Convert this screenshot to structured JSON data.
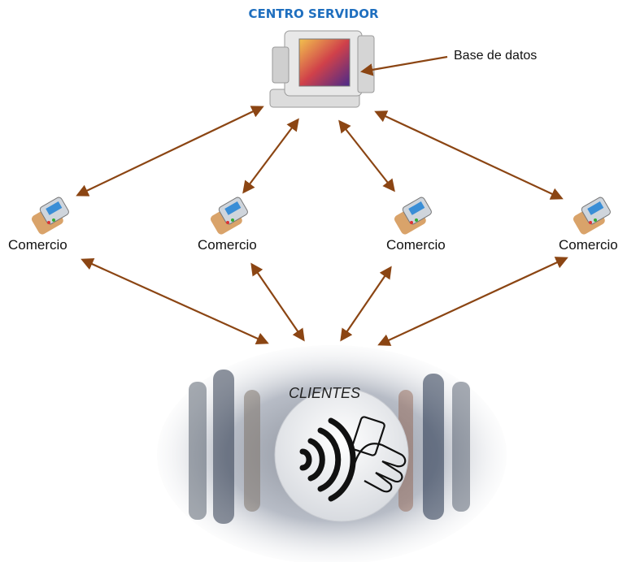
{
  "header": {
    "title": "CENTRO SERVIDOR"
  },
  "server": {
    "database_label": "Base de datos"
  },
  "merchants": [
    {
      "label": "Comercio"
    },
    {
      "label": "Comercio"
    },
    {
      "label": "Comercio"
    },
    {
      "label": "Comercio"
    }
  ],
  "clients": {
    "label": "CLIENTES"
  },
  "colors": {
    "arrow": "#8b4513",
    "title": "#1f6fbf",
    "text": "#111111"
  }
}
